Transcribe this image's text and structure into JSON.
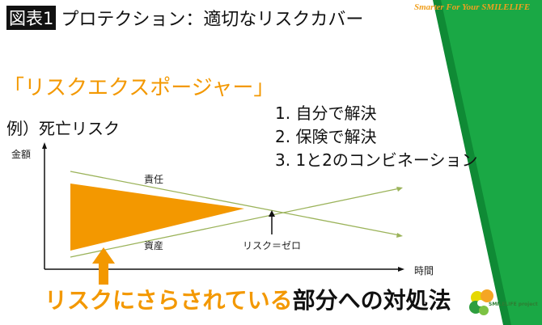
{
  "header": {
    "badge": "図表1",
    "title": "プロテクション：適切なリスクカバー",
    "tagline": "Smarter For Your SMILELIFE"
  },
  "subtitle": "「リスクエクスポージャー」",
  "example": "例）死亡リスク",
  "methods": [
    "1. 自分で解決",
    "2. 保険で解決",
    "3. 1と2のコンビネーション"
  ],
  "diagram": {
    "y_axis": "金額",
    "x_axis": "時間",
    "liability": "責任",
    "assets": "資産",
    "zero": "リスク＝ゼロ"
  },
  "bottom": {
    "orange": "リスクにさらされている",
    "black": "部分への対処法"
  },
  "logo": {
    "text": "SMILELIFE project"
  },
  "colors": {
    "accent": "#f39800",
    "green": "#1aa845",
    "line": "#9bb35a"
  }
}
